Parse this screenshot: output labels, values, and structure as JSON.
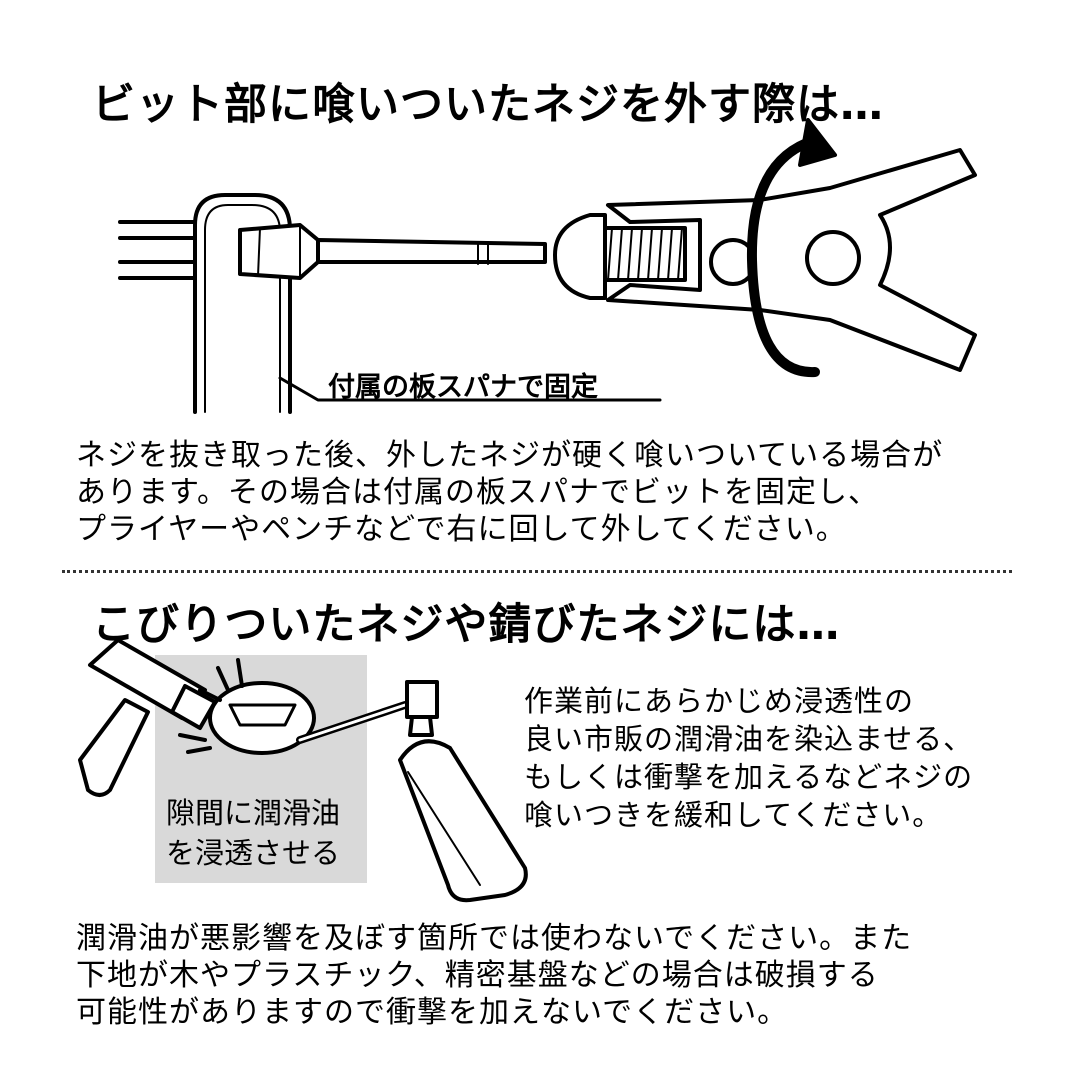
{
  "section1": {
    "heading": "ビット部に喰いついたネジを外す際は…",
    "callout": "付属の板スパナで固定",
    "body_lines": [
      "ネジを抜き取った後、外したネジが硬く喰いついている場合が",
      "あります。その場合は付属の板スパナでビットを固定し、",
      "プライヤーやペンチなどで右に回して外してください。"
    ]
  },
  "section2": {
    "heading": "こびりついたネジや錆びたネジには…",
    "callout_lines": [
      "隙間に潤滑油",
      "を浸透させる"
    ],
    "body_lines": [
      "作業前にあらかじめ浸透性の",
      "良い市販の潤滑油を染込ませる、",
      "もしくは衝撃を加えるなどネジの",
      "喰いつきを緩和してください。"
    ]
  },
  "notice": {
    "body_lines": [
      "潤滑油が悪影響を及ぼす箇所では使わないでください。また",
      "下地が木やプラスチック、精密基盤などの場合は破損する",
      "可能性がありますので衝撃を加えないでください。"
    ]
  },
  "colors": {
    "ink": "#000000",
    "panel_gray": "#d9d9d9",
    "background": "#ffffff"
  }
}
